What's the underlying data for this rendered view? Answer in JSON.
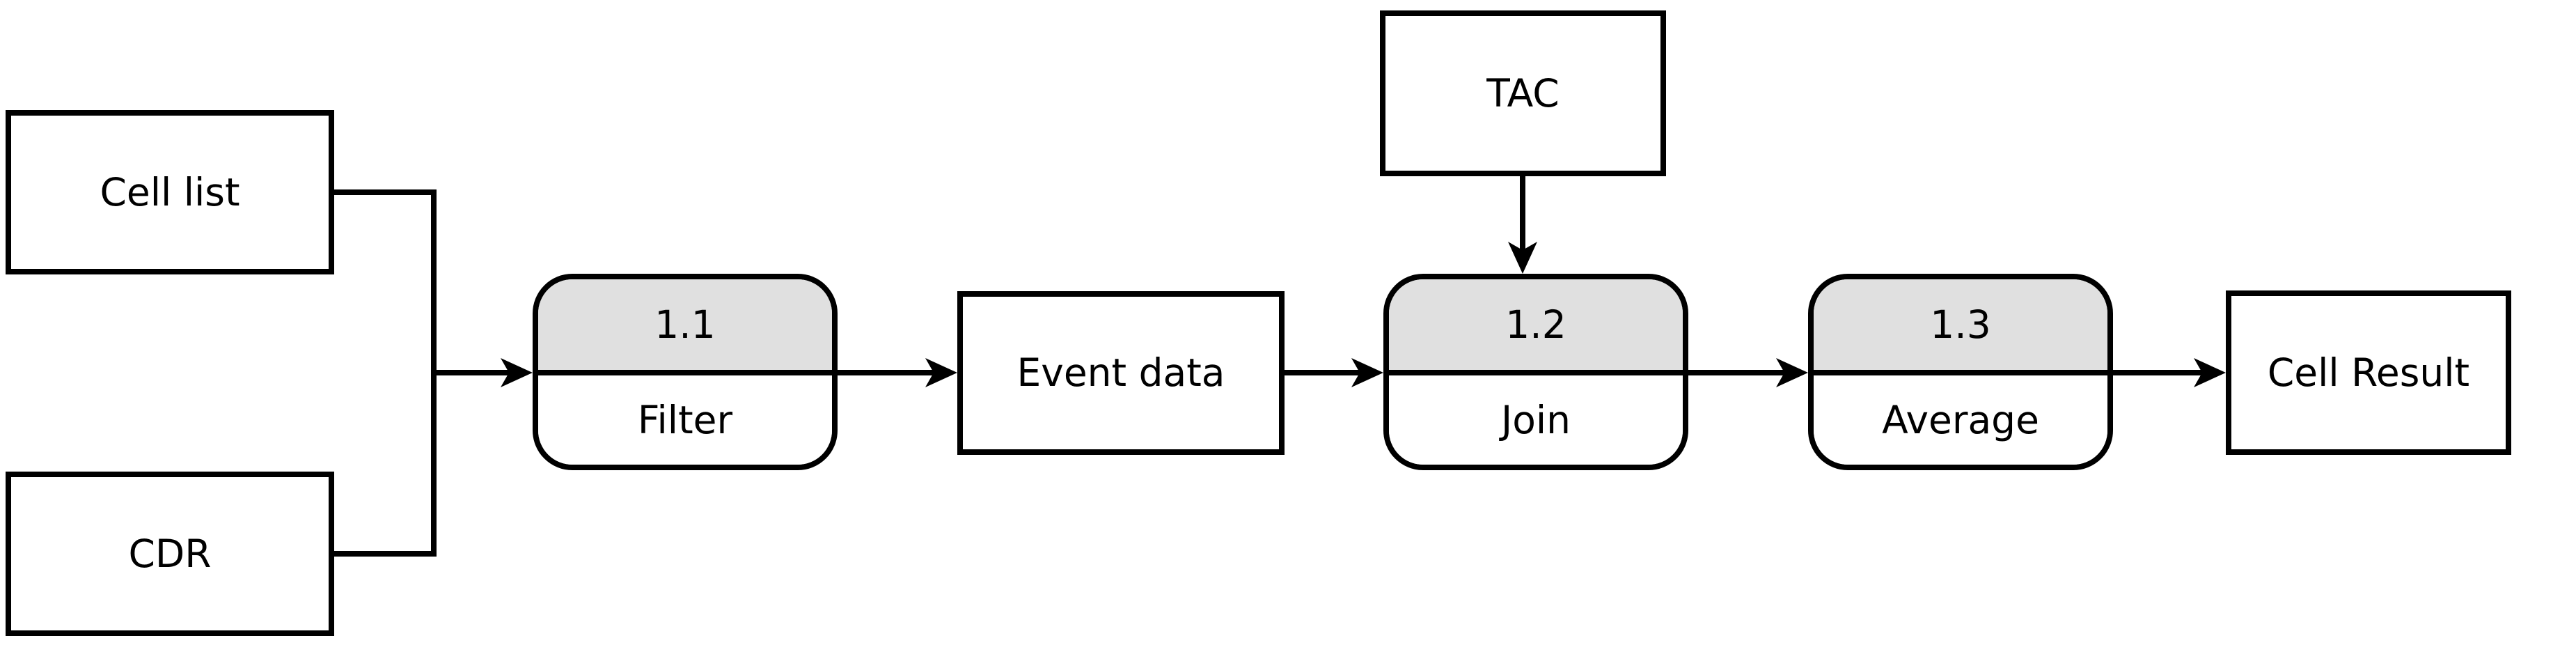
{
  "diagram": {
    "type": "data-flow-diagram",
    "background_color": "#ffffff",
    "stroke_color": "#000000",
    "process_header_fill": "#e0e0e0",
    "entities": [
      {
        "id": "cell-list",
        "label": "Cell list",
        "shape": "rectangle"
      },
      {
        "id": "cdr",
        "label": "CDR",
        "shape": "rectangle"
      },
      {
        "id": "tac",
        "label": "TAC",
        "shape": "rectangle"
      },
      {
        "id": "event-data",
        "label": "Event data",
        "shape": "rectangle"
      },
      {
        "id": "cell-result",
        "label": "Cell Result",
        "shape": "rectangle"
      }
    ],
    "processes": [
      {
        "id": "filter",
        "number": "1.1",
        "label": "Filter"
      },
      {
        "id": "join",
        "number": "1.2",
        "label": "Join"
      },
      {
        "id": "average",
        "number": "1.3",
        "label": "Average"
      }
    ],
    "flows": [
      {
        "from": "cell-list",
        "to": "filter"
      },
      {
        "from": "cdr",
        "to": "filter"
      },
      {
        "from": "filter",
        "to": "event-data"
      },
      {
        "from": "event-data",
        "to": "join"
      },
      {
        "from": "tac",
        "to": "join"
      },
      {
        "from": "join",
        "to": "average"
      },
      {
        "from": "average",
        "to": "cell-result"
      }
    ]
  }
}
